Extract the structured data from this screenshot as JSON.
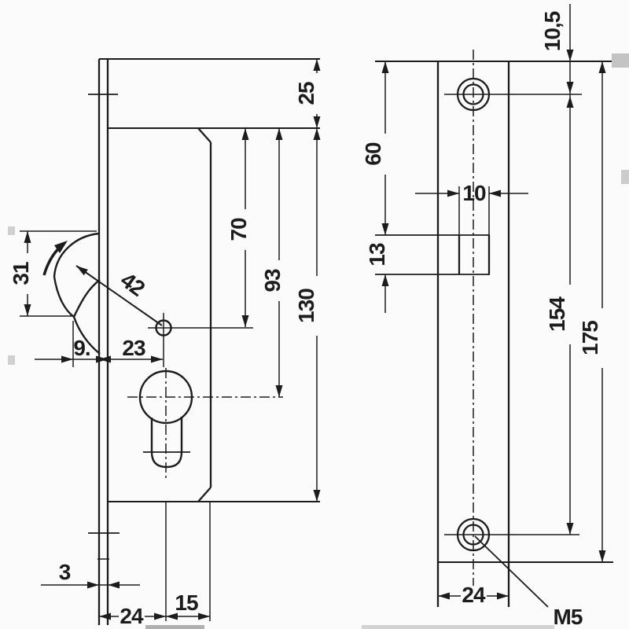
{
  "drawing": {
    "type": "technical-drawing",
    "subject": "hook-bolt lock case with euro profile cylinder — side view and faceplate front view",
    "colors": {
      "line": "#1c1c1c",
      "background": "#fbfbfb",
      "artifact_dark": "#b0b0b0",
      "artifact_light": "#d2d2d2"
    },
    "side_view": {
      "labels": {
        "offset_top": "25",
        "pivot_depth": "70",
        "cylinder_depth": "93",
        "case_length": "130",
        "hook_height": "31",
        "hook_radius": "42",
        "hook_throw": "9.",
        "backset": "23",
        "plate_thickness": "3",
        "width_back": "24",
        "width_front": "15"
      }
    },
    "front_view": {
      "labels": {
        "hole_edge_offset": "10,5",
        "slot_top_offset": "60",
        "slot_width": "10",
        "slot_height": "13",
        "hole_spacing": "154",
        "plate_length": "175",
        "plate_width": "24",
        "thread": "M5"
      }
    }
  }
}
